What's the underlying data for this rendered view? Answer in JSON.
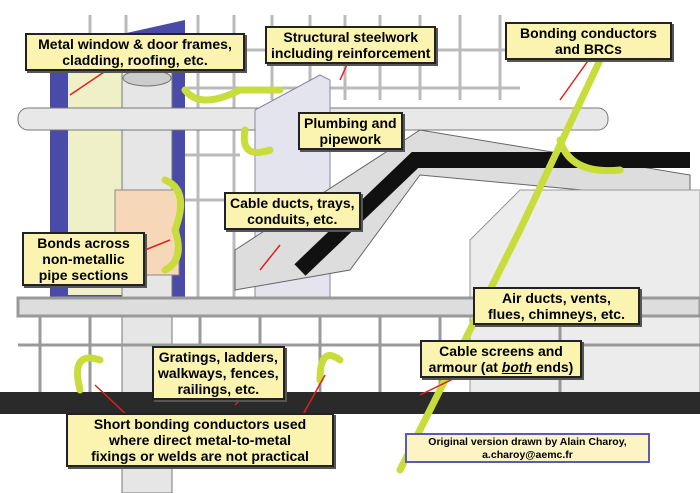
{
  "labels": {
    "metal_frames": [
      "Metal window & door frames,",
      "cladding, roofing, etc."
    ],
    "structural": [
      "Structural steelwork",
      "including reinforcement"
    ],
    "bonding": [
      "Bonding conductors",
      "and BRCs"
    ],
    "plumbing": [
      "Plumbing and",
      "pipework"
    ],
    "cable_ducts": [
      "Cable ducts, trays,",
      "conduits, etc."
    ],
    "bonds_across": [
      "Bonds across",
      "non-metallic",
      "pipe sections"
    ],
    "air_ducts": [
      "Air ducts, vents,",
      "flues, chimneys, etc."
    ],
    "cable_screens": [
      "Cable screens and",
      "armour (at ",
      "both",
      " ends)"
    ],
    "gratings": [
      "Gratings, ladders,",
      "walkways, fences,",
      "railings, etc."
    ],
    "short_bonding": [
      "Short bonding conductors used",
      "where direct metal-to-metal",
      "fixings or welds are not practical"
    ]
  },
  "credit": [
    "Original version drawn by Alain Charoy,",
    "a.charoy@aemc.fr"
  ],
  "colors": {
    "label_bg": "#fbf3b0",
    "conductor": "#c8dc3c",
    "frame": "#4a4aa8",
    "arrow": "#e0201e",
    "pipe": "#e8e8e8",
    "walkway": "#2a2a2a"
  }
}
